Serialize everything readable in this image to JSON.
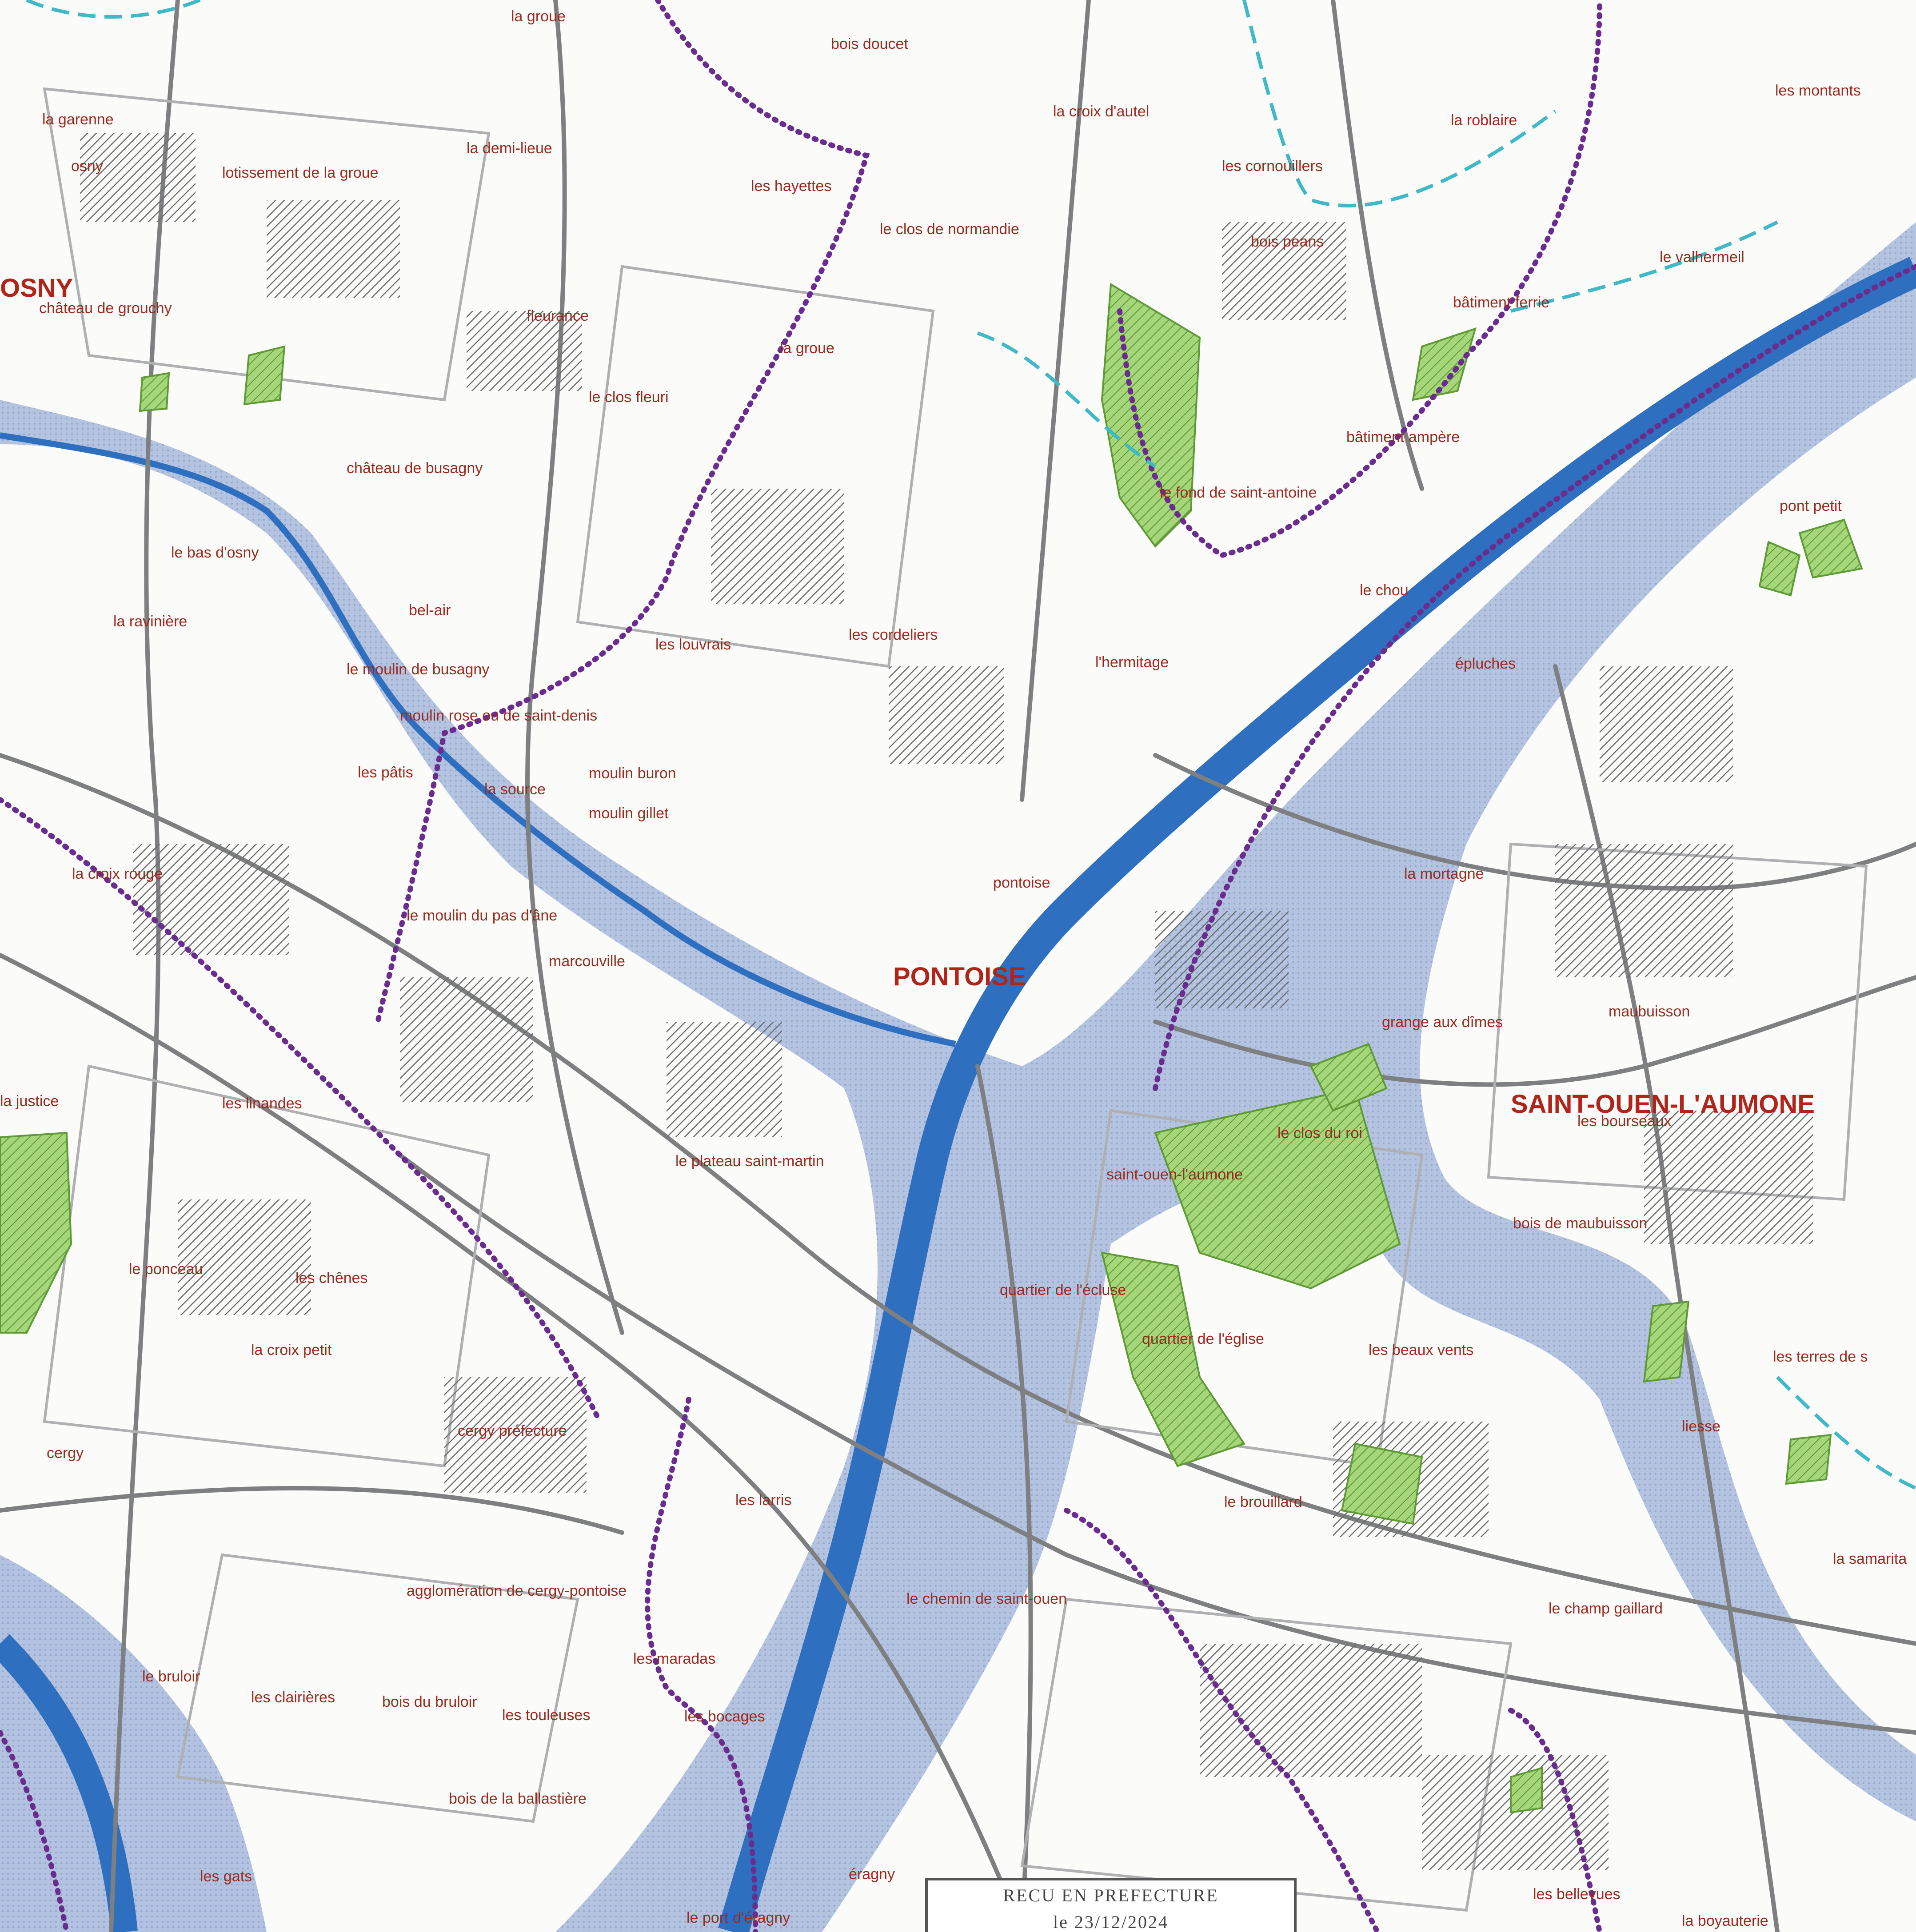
{
  "colors": {
    "background": "#fbfbf9",
    "road": "#7d7f80",
    "road_light": "#aeb0b1",
    "river": "#2f6fbf",
    "flood_zone": "#9fb4d8",
    "green_zone": "#7fbf4f",
    "boundary_purple": "#6a2c8f",
    "stream_cyan": "#3fb8c8",
    "label": "#9a2a1f"
  },
  "map": {
    "towns": [
      "PONTOISE",
      "SAINT-OUEN-L'AUMONE",
      "OSNY"
    ],
    "places": [
      "la groue",
      "bois doucet",
      "la garenne",
      "osny",
      "lotissement de la groue",
      "la demi-lieue",
      "les hayettes",
      "la croix d'autel",
      "la roblaire",
      "les montants",
      "les cornouillers",
      "le clos de normandie",
      "bois peans",
      "le valhermeil",
      "château de grouchy",
      "fleurance",
      "bâtiment ferrie",
      "la groue",
      "le clos fleuri",
      "bâtiment ampère",
      "château de busagny",
      "le fond de saint-antoine",
      "pont petit",
      "le bas d'osny",
      "le chou",
      "bel-air",
      "la ravinière",
      "les louvrais",
      "les cordeliers",
      "l'hermitage",
      "épluches",
      "le moulin de busagny",
      "moulin rose ou de saint-denis",
      "les pâtis",
      "la source",
      "moulin buron",
      "moulin gillet",
      "la croix rouge",
      "la mortagne",
      "pontoise",
      "le moulin du pas d'âne",
      "marcouville",
      "grange aux dîmes",
      "maubuisson",
      "la justice",
      "les linandes",
      "les bourseaux",
      "le clos du roi",
      "le plateau saint-martin",
      "saint-ouen-l'aumone",
      "bois de maubuisson",
      "le ponceau",
      "les chênes",
      "quartier de l'écluse",
      "quartier de l'église",
      "les beaux vents",
      "la croix petit",
      "les terres de s",
      "cergy préfecture",
      "liesse",
      "cergy",
      "les larris",
      "le brouillard",
      "la samarita",
      "agglomération de cergy-pontoise",
      "le chemin de saint-ouen",
      "le champ gaillard",
      "le bruloir",
      "les maradas",
      "les clairières",
      "bois du bruloir",
      "les touleuses",
      "les bocages",
      "bois de la ballastière",
      "les gats",
      "éragny",
      "les bellevues",
      "le port d'éragny",
      "la boyauterie"
    ]
  },
  "stamp": {
    "line1": "RECU EN PREFECTURE",
    "line2": "le 23/12/2024"
  }
}
